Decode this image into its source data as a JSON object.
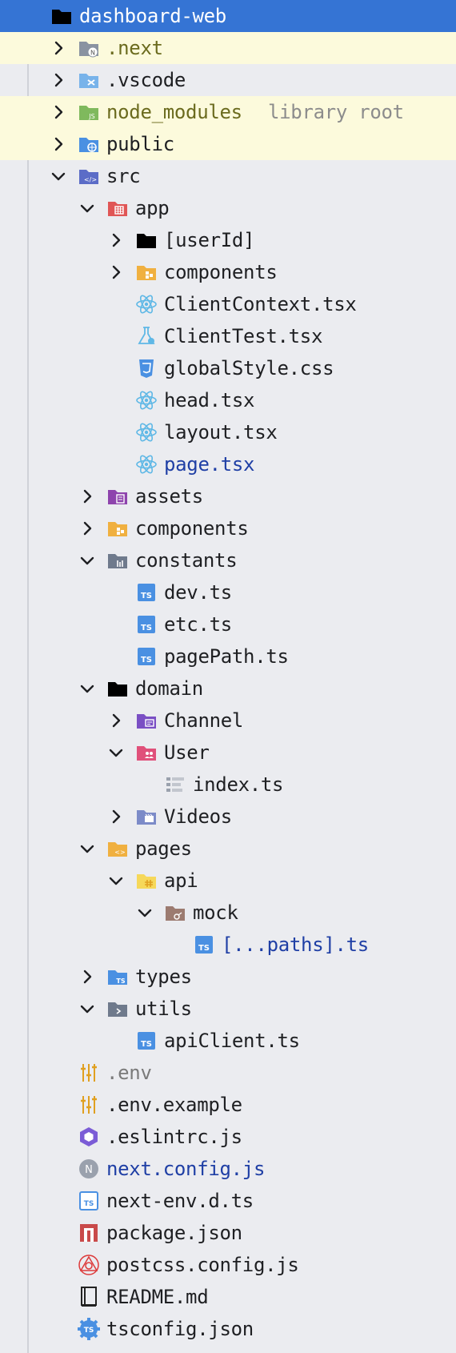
{
  "tree": {
    "root": "dashboard-web",
    "items": [
      {
        "label": "dashboard-web",
        "icon": "folder-icon",
        "depth": 0,
        "chevron": "none",
        "state": "selected",
        "tone": "sel"
      },
      {
        "label": ".next",
        "icon": "next-folder-icon",
        "depth": 1,
        "chevron": "right",
        "state": "highlight",
        "tone": "olive"
      },
      {
        "label": ".vscode",
        "icon": "vscode-folder-icon",
        "depth": 1,
        "chevron": "right",
        "state": "",
        "tone": "normal"
      },
      {
        "label": "node_modules",
        "hint": "library root",
        "icon": "node-folder-icon",
        "depth": 1,
        "chevron": "right",
        "state": "highlight",
        "tone": "olive"
      },
      {
        "label": "public",
        "icon": "web-folder-icon",
        "depth": 1,
        "chevron": "right",
        "state": "highlight",
        "tone": "normal"
      },
      {
        "label": "src",
        "icon": "source-folder-icon",
        "depth": 1,
        "chevron": "down",
        "state": "",
        "tone": "normal"
      },
      {
        "label": "app",
        "icon": "app-folder-icon",
        "depth": 2,
        "chevron": "down",
        "state": "",
        "tone": "normal"
      },
      {
        "label": "[userId]",
        "icon": "folder-icon",
        "depth": 3,
        "chevron": "right",
        "state": "",
        "tone": "normal"
      },
      {
        "label": "components",
        "icon": "components-folder-icon",
        "depth": 3,
        "chevron": "right",
        "state": "",
        "tone": "normal"
      },
      {
        "label": "ClientContext.tsx",
        "icon": "react-icon",
        "depth": 3,
        "chevron": "none",
        "state": "",
        "tone": "normal"
      },
      {
        "label": "ClientTest.tsx",
        "icon": "test-flask-icon",
        "depth": 3,
        "chevron": "none",
        "state": "",
        "tone": "normal"
      },
      {
        "label": "globalStyle.css",
        "icon": "css-icon",
        "depth": 3,
        "chevron": "none",
        "state": "",
        "tone": "normal"
      },
      {
        "label": "head.tsx",
        "icon": "react-icon",
        "depth": 3,
        "chevron": "none",
        "state": "",
        "tone": "normal"
      },
      {
        "label": "layout.tsx",
        "icon": "react-icon",
        "depth": 3,
        "chevron": "none",
        "state": "",
        "tone": "normal"
      },
      {
        "label": "page.tsx",
        "icon": "react-icon",
        "depth": 3,
        "chevron": "none",
        "state": "",
        "tone": "blue"
      },
      {
        "label": "assets",
        "icon": "assets-folder-icon",
        "depth": 2,
        "chevron": "right",
        "state": "",
        "tone": "normal"
      },
      {
        "label": "components",
        "icon": "components-folder-icon",
        "depth": 2,
        "chevron": "right",
        "state": "",
        "tone": "normal"
      },
      {
        "label": "constants",
        "icon": "constants-folder-icon",
        "depth": 2,
        "chevron": "down",
        "state": "",
        "tone": "normal"
      },
      {
        "label": "dev.ts",
        "icon": "typescript-icon",
        "depth": 3,
        "chevron": "none",
        "state": "",
        "tone": "normal"
      },
      {
        "label": "etc.ts",
        "icon": "typescript-icon",
        "depth": 3,
        "chevron": "none",
        "state": "",
        "tone": "normal"
      },
      {
        "label": "pagePath.ts",
        "icon": "typescript-icon",
        "depth": 3,
        "chevron": "none",
        "state": "",
        "tone": "normal"
      },
      {
        "label": "domain",
        "icon": "folder-icon",
        "depth": 2,
        "chevron": "down",
        "state": "",
        "tone": "normal"
      },
      {
        "label": "Channel",
        "icon": "channel-folder-icon",
        "depth": 3,
        "chevron": "right",
        "state": "",
        "tone": "normal"
      },
      {
        "label": "User",
        "icon": "user-folder-icon",
        "depth": 3,
        "chevron": "down",
        "state": "",
        "tone": "normal"
      },
      {
        "label": "index.ts",
        "icon": "index-file-icon",
        "depth": 4,
        "chevron": "none",
        "state": "",
        "tone": "normal"
      },
      {
        "label": "Videos",
        "icon": "videos-folder-icon",
        "depth": 3,
        "chevron": "right",
        "state": "",
        "tone": "normal"
      },
      {
        "label": "pages",
        "icon": "pages-folder-icon",
        "depth": 2,
        "chevron": "down",
        "state": "",
        "tone": "normal"
      },
      {
        "label": "api",
        "icon": "api-folder-icon",
        "depth": 3,
        "chevron": "down",
        "state": "",
        "tone": "normal"
      },
      {
        "label": "mock",
        "icon": "mock-folder-icon",
        "depth": 4,
        "chevron": "down",
        "state": "",
        "tone": "normal"
      },
      {
        "label": "[...paths].ts",
        "icon": "typescript-icon",
        "depth": 5,
        "chevron": "none",
        "state": "",
        "tone": "blue"
      },
      {
        "label": "types",
        "icon": "types-folder-icon",
        "depth": 2,
        "chevron": "right",
        "state": "",
        "tone": "normal"
      },
      {
        "label": "utils",
        "icon": "utils-folder-icon",
        "depth": 2,
        "chevron": "down",
        "state": "",
        "tone": "normal"
      },
      {
        "label": "apiClient.ts",
        "icon": "typescript-icon",
        "depth": 3,
        "chevron": "none",
        "state": "",
        "tone": "normal"
      },
      {
        "label": ".env",
        "icon": "env-icon",
        "depth": 1,
        "chevron": "none",
        "state": "",
        "tone": "gray"
      },
      {
        "label": ".env.example",
        "icon": "env-icon",
        "depth": 1,
        "chevron": "none",
        "state": "",
        "tone": "normal"
      },
      {
        "label": ".eslintrc.js",
        "icon": "eslint-icon",
        "depth": 1,
        "chevron": "none",
        "state": "",
        "tone": "normal"
      },
      {
        "label": "next.config.js",
        "icon": "nextjs-icon",
        "depth": 1,
        "chevron": "none",
        "state": "",
        "tone": "blue"
      },
      {
        "label": "next-env.d.ts",
        "icon": "typescript-def-icon",
        "depth": 1,
        "chevron": "none",
        "state": "",
        "tone": "normal"
      },
      {
        "label": "package.json",
        "icon": "npm-icon",
        "depth": 1,
        "chevron": "none",
        "state": "",
        "tone": "normal"
      },
      {
        "label": "postcss.config.js",
        "icon": "postcss-icon",
        "depth": 1,
        "chevron": "none",
        "state": "",
        "tone": "normal"
      },
      {
        "label": "README.md",
        "icon": "readme-icon",
        "depth": 1,
        "chevron": "none",
        "state": "",
        "tone": "normal"
      },
      {
        "label": "tsconfig.json",
        "icon": "tsconfig-icon",
        "depth": 1,
        "chevron": "none",
        "state": "",
        "tone": "normal"
      }
    ]
  },
  "colors": {
    "selection": "#3574d4",
    "highlight": "#fcfadc",
    "background": "#ebecf0",
    "link_blue": "#1f3fa5",
    "excluded_olive": "#6b6b1e"
  }
}
